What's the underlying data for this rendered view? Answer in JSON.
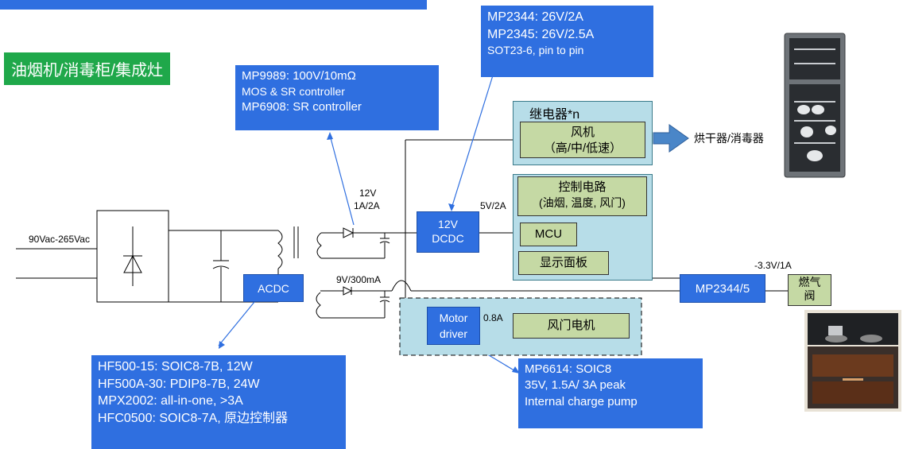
{
  "title_green": "油烟机/消毒柜/集成灶",
  "callouts": {
    "mp2344": [
      "MP2344: 26V/2A",
      "MP2345: 26V/2.5A",
      "SOT23-6, pin to pin"
    ],
    "mp9989": [
      "MP9989: 100V/10mΩ",
      "MOS & SR controller",
      "MP6908: SR controller"
    ],
    "hf500": [
      "HF500-15: SOIC8-7B, 12W",
      "HF500A-30: PDIP8-7B, 24W",
      "MPX2002: all-in-one, >3A",
      "HFC0500: SOIC8-7A, 原边控制器"
    ],
    "mp6614": [
      "MP6614: SOIC8",
      "35V, 1.5A/ 3A peak",
      "Internal charge pump"
    ]
  },
  "labels": {
    "input": "90Vac-265Vac",
    "out12v_line1": "12V",
    "out12v_line2": "1A/2A",
    "out9v": "9V/300mA",
    "out5v": "5V/2A",
    "neg33": "-3.3V/1A",
    "current08": "0.8A"
  },
  "blocks": {
    "acdc": "ACDC",
    "dcdc_line1": "12V",
    "dcdc_line2": "DCDC",
    "relay": "继电器*n",
    "fan_line1": "风机",
    "fan_line2": "（高/中/低速）",
    "dryer": "烘干器/消毒器",
    "control_line1": "控制电路",
    "control_line2": "(油烟, 温度, 风门)",
    "mcu": "MCU",
    "display": "显示面板",
    "mp23445": "MP2344/5",
    "gas_line1": "燃气",
    "gas_line2": "阀",
    "motor_line1": "Motor",
    "motor_line2": "driver",
    "damper": "风门电机"
  }
}
